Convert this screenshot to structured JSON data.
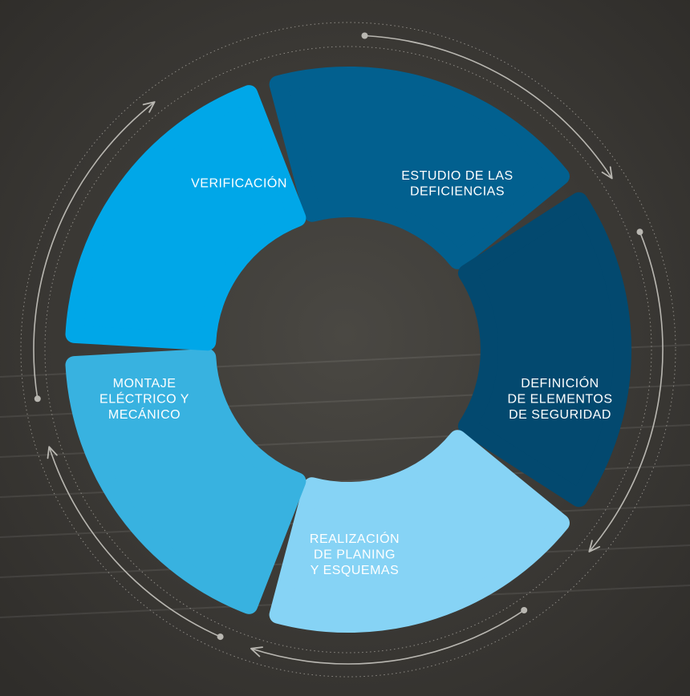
{
  "colors": {
    "background": "#3b3935",
    "verificacion": "#02608f",
    "estudio": "#03496f",
    "definicion": "#86d3f5",
    "realizacion": "#38b2e0",
    "montaje": "#00a7e8",
    "arrow": "#b9b7b1"
  },
  "segments": [
    {
      "id": "verificacion",
      "lines": [
        "VERIFICACIÓN"
      ]
    },
    {
      "id": "estudio",
      "lines": [
        "ESTUDIO DE LAS",
        "DEFICIENCIAS"
      ]
    },
    {
      "id": "definicion",
      "lines": [
        "DEFINICIÓN",
        "DE ELEMENTOS",
        "DE SEGURIDAD"
      ]
    },
    {
      "id": "realizacion",
      "lines": [
        "REALIZACIÓN",
        "DE PLANING",
        "Y ESQUEMAS"
      ]
    },
    {
      "id": "montaje",
      "lines": [
        "MONTAJE",
        "ELÉCTRICO Y",
        "MECÁNICO"
      ]
    }
  ]
}
